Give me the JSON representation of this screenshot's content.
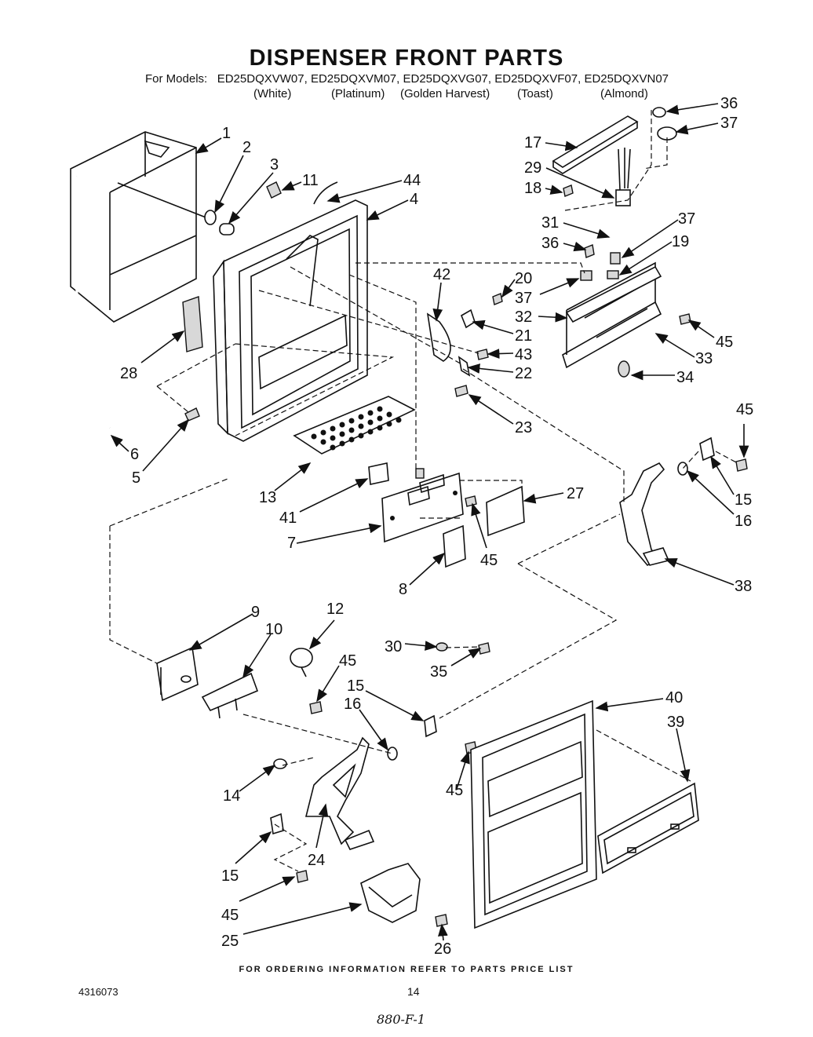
{
  "header": {
    "title": "DISPENSER FRONT PARTS",
    "models_prefix": "For Models:",
    "models": [
      "ED25DQXVW07,",
      "ED25DQXVM07,",
      "ED25DQXVG07,",
      "ED25DQXVF07,",
      "ED25DQXVN07"
    ],
    "colors": [
      "(White)",
      "(Platinum)",
      "(Golden Harvest)",
      "(Toast)",
      "(Almond)"
    ]
  },
  "callouts": [
    "1",
    "2",
    "3",
    "11",
    "44",
    "4",
    "36",
    "37",
    "17",
    "29",
    "18",
    "37",
    "31",
    "36",
    "19",
    "42",
    "20",
    "37",
    "32",
    "21",
    "45",
    "43",
    "22",
    "33",
    "34",
    "28",
    "23",
    "45",
    "6",
    "5",
    "15",
    "16",
    "13",
    "41",
    "27",
    "7",
    "45",
    "38",
    "8",
    "9",
    "12",
    "10",
    "45",
    "30",
    "35",
    "15",
    "16",
    "40",
    "39",
    "14",
    "45",
    "24",
    "15",
    "45",
    "25",
    "26"
  ],
  "footer": {
    "ordering_note": "FOR ORDERING INFORMATION REFER TO PARTS PRICE LIST",
    "doc_number": "4316073",
    "page_number": "14",
    "hand_note": "880-F-1"
  }
}
